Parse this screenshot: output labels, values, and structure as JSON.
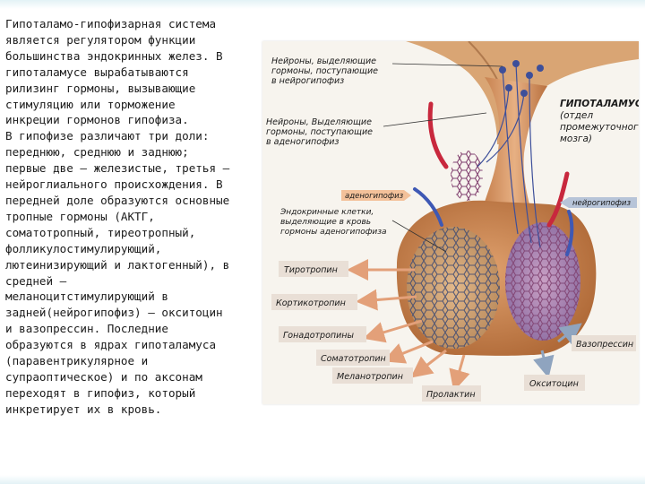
{
  "text": {
    "p1_lines": [
      "Гипоталамо-гипофизарная система",
      "является регулятором функции",
      "большинства эндокринных желез. В",
      "гипоталамусе вырабатываются",
      "рилизинг гормоны, вызывающие",
      "стимуляцию или торможение",
      "инкреции гормонов гипофиза."
    ],
    "p2_lines": [
      "В гипофизе различают три доли:",
      "переднюю, среднюю и заднюю;",
      "первые две — железистые, третья —",
      "нейроглиального происхождения. В",
      "передней доле образуются основные",
      "тропные гормоны (АКТГ,",
      "соматотропный, тиреотропный,",
      "фолликулостимулирующий,",
      "лютеинизирующий и лактогенный), в",
      "средней —",
      "меланоцитстимулирующий  в",
      "задней(нейрогипофиз) — окситоцин",
      "и вазопрессин. Последние",
      "образуются в ядрах гипоталамуса",
      "(паравентрикулярное и",
      "супраоптическое) и по аксонам",
      "переходят в гипофиз, который",
      "инкретирует их в кровь."
    ]
  },
  "diagram": {
    "neurons_neuro": [
      "Нейроны, выделяющие",
      "гормоны, поступающие",
      "в нейрогипофиз"
    ],
    "neurons_adeno": [
      "Нейроны, Выделяющие",
      "гормоны, поступающие",
      "в аденогипофиз"
    ],
    "hypothalamus": [
      "ГИПОТАЛАМУС",
      "(отдел",
      "промежуточного",
      "мозга)"
    ],
    "adenohypophysis": "аденогипофиз",
    "neurohypophysis": "нейрогипофиз",
    "endocrine_cells": [
      "Эндокринные клетки,",
      "выделяющие в кровь",
      "гормоны аденогипофиза"
    ],
    "hormones": {
      "tyrotropin": "Тиротропин",
      "corticotropin": "Кортикотропин",
      "gonadotropins": "Гонадотропины",
      "somatotropin": "Соматотропин",
      "melanotropin": "Меланотропин",
      "prolactin": "Пролактин",
      "vasopressin": "Вазопрессин",
      "oxytocin": "Окситоцин"
    }
  }
}
